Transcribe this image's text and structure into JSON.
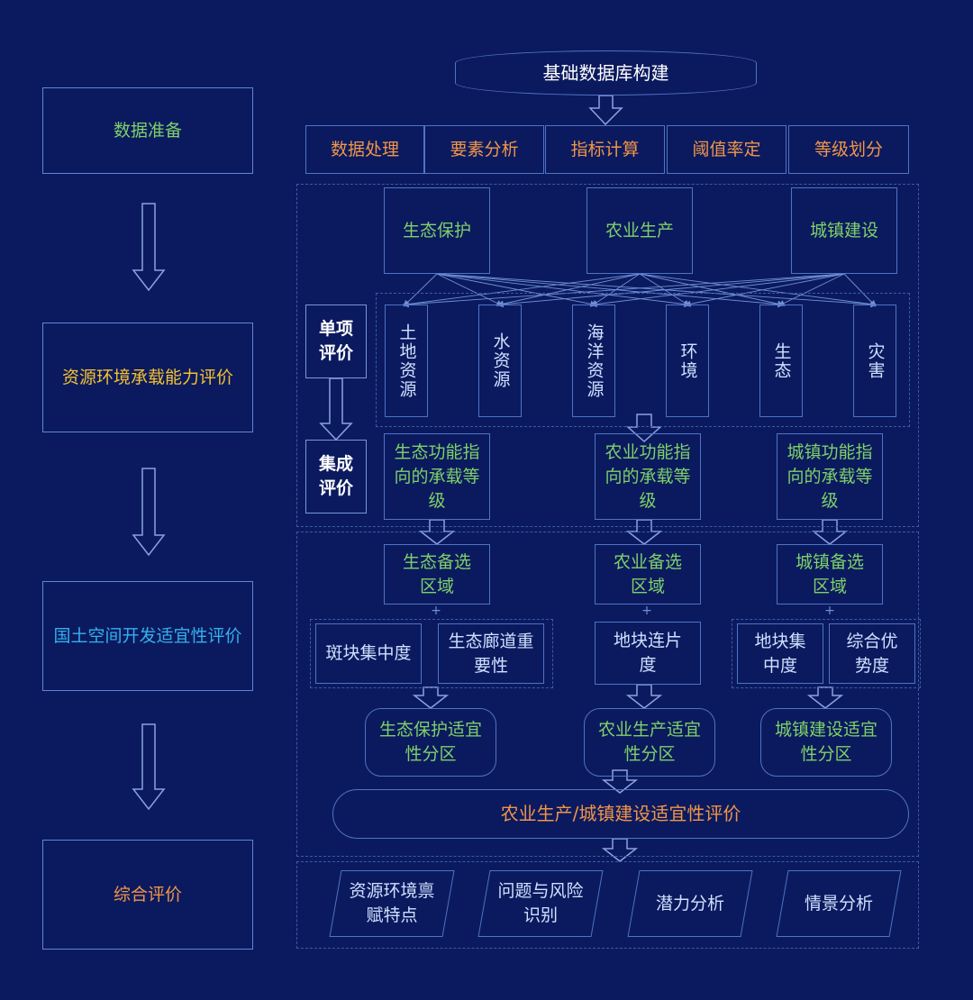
{
  "left": {
    "step1": "数据准备",
    "step2": "资源环境承载能力评价",
    "step3": "国土空间开发适宜性评价",
    "step4": "综合评价"
  },
  "top": {
    "db": "基础数据库构建",
    "tasks": [
      "数据处理",
      "要素分析",
      "指标计算",
      "阈值率定",
      "等级划分"
    ]
  },
  "functions": [
    "生态保护",
    "农业生产",
    "城镇建设"
  ],
  "side_labels": {
    "single": "单项评价",
    "integrated": "集成评价"
  },
  "factors": [
    "土地资源",
    "水资源",
    "海洋资源",
    "环境",
    "生态",
    "灾害"
  ],
  "bearing": [
    "生态功能指向的承载等级",
    "农业功能指向的承载等级",
    "城镇功能指向的承载等级"
  ],
  "candidate": [
    "生态备选区域",
    "农业备选区域",
    "城镇备选区域"
  ],
  "plus": "+",
  "criteria": [
    "斑块集中度",
    "生态廊道重要性",
    "地块连片度",
    "地块集中度",
    "综合优势度"
  ],
  "zoning": [
    "生态保护适宜性分区",
    "农业生产适宜性分区",
    "城镇建设适宜性分区"
  ],
  "combined": "农业生产/城镇建设适宜性评价",
  "outputs": [
    "资源环境禀赋特点",
    "问题与风险识别",
    "潜力分析",
    "情景分析"
  ]
}
